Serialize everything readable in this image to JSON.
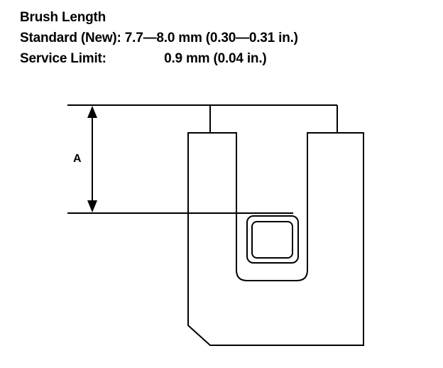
{
  "spec": {
    "title": "Brush Length",
    "standard_label": "Standard (New):",
    "standard_value": "7.7—8.0 mm (0.30—0.31 in.)",
    "service_label": "Service Limit:",
    "service_value": "0.9 mm (0.04 in.)"
  },
  "diagram": {
    "dimension_label": "A"
  },
  "colors": {
    "ink": "#000000",
    "background": "#ffffff"
  }
}
